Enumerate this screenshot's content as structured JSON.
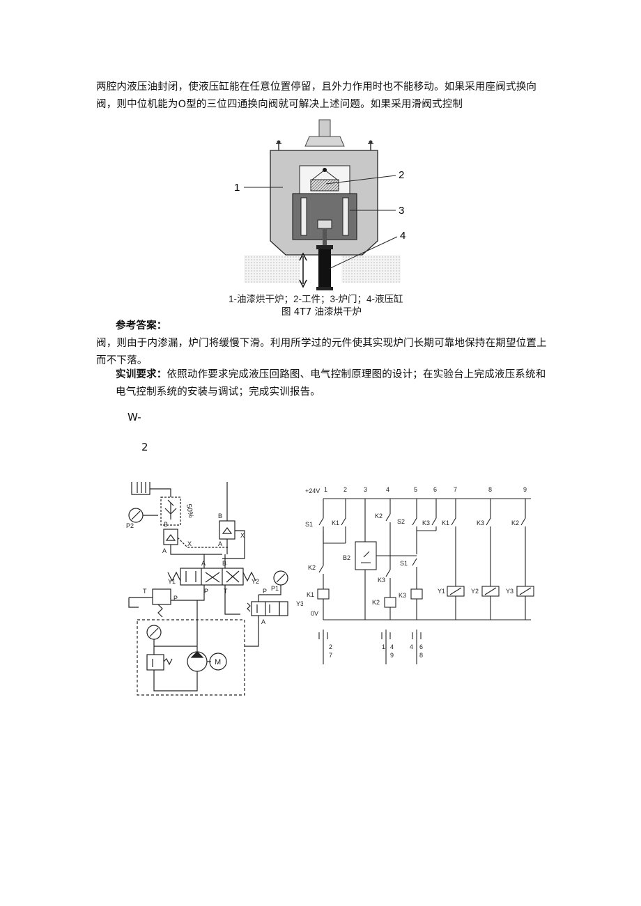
{
  "paragraphs": {
    "p1": "两腔内液压油封闭，使液压缸能在任意位置停留，且外力作用时也不能移动。如果采用座阀式换向阀，则中位机能为O型的三位四通换向阀就可解决上述问题。如果采用滑阀式控制",
    "answer_label": "参考答案：",
    "p2": "阀，则由于内渗漏，炉门将缓慢下滑。利用所学过的元件使其实现炉门长期可靠地保持在期望位置上而不下落。",
    "req_label": "实训要求：",
    "req_text": "依照动作要求完成液压回路图、电气控制原理图的设计；在实验台上完成液压系统和电气控制系统的安装与调试；完成实训报告。",
    "w_mark": "W-",
    "two_mark": "2"
  },
  "figure": {
    "labels": [
      "1",
      "2",
      "3",
      "4"
    ],
    "legend": "1-油漆烘干炉；2-工件；3-炉门；4-液压缸",
    "caption": "图 4T7 油漆烘干炉"
  },
  "hydraulic": {
    "pct": "50%",
    "labels": [
      "P2",
      "B",
      "A",
      "X",
      "B",
      "A",
      "X",
      "A",
      "B",
      "Y1",
      "P",
      "T",
      "Y2",
      "P1",
      "T",
      "P",
      "P",
      "Y3",
      "A",
      "M"
    ]
  },
  "electrical": {
    "supply": "+24V",
    "ground": "0V",
    "columns": [
      "1",
      "2",
      "3",
      "4",
      "5",
      "6",
      "7",
      "8",
      "9"
    ],
    "contacts": [
      "S1",
      "K1",
      "K2",
      "S2",
      "K3",
      "K1",
      "K3",
      "K2",
      "K2",
      "B2",
      "S1",
      "K3"
    ],
    "coils": [
      "K1",
      "K2",
      "K3",
      "Y1",
      "Y2",
      "Y3"
    ],
    "refs": [
      "2",
      "7",
      "1",
      "4",
      "9",
      "4",
      "6",
      "8"
    ]
  }
}
